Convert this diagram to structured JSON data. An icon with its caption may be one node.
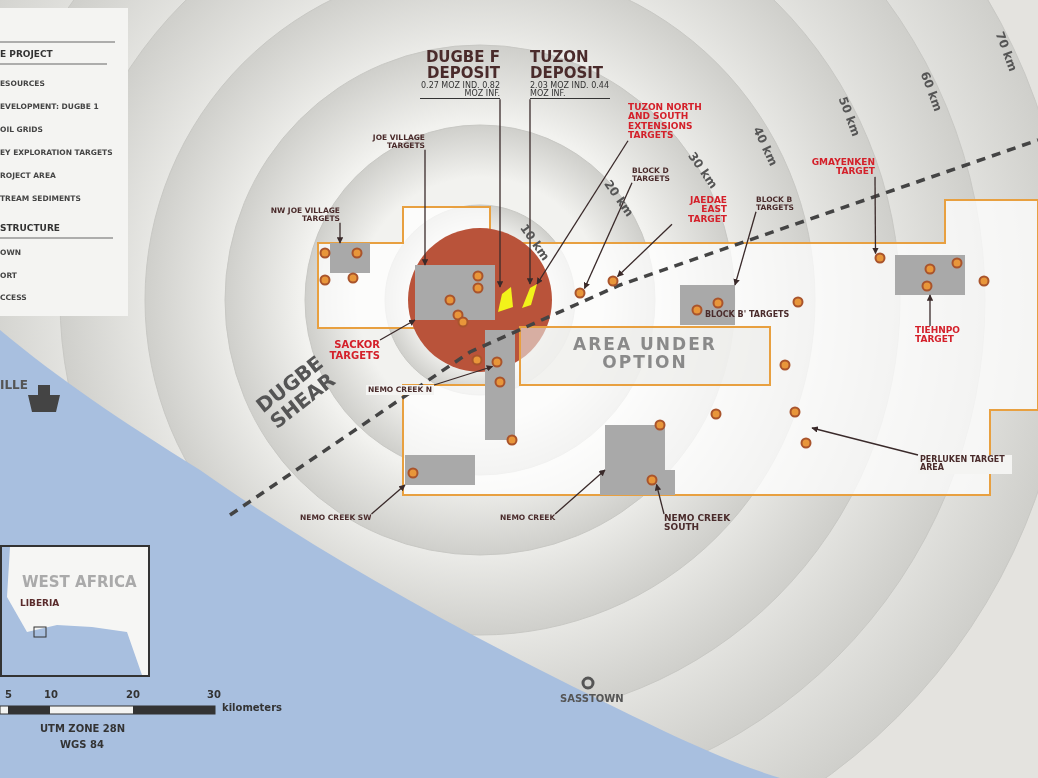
{
  "diagram": {
    "nodes": [
      {
        "text": [
          "DUGBE F DEPOSIT",
          "0.27 MOZ IND. 0.82 MOZ INF."
        ]
      },
      {
        "text": [
          "TUZON DEPOSIT",
          "2.03 MOZ IND. 0.44 MOZ INF."
        ]
      },
      {
        "text": [
          "TUZON NORTH AND SOUTH EXTENSIONS TARGETS"
        ]
      },
      {
        "text": [
          "JOE VILLAGE TARGETS"
        ]
      },
      {
        "text": [
          "NW JOE VILLAGE TARGETS"
        ]
      },
      {
        "text": [
          "BLOCK D TARGETS"
        ]
      },
      {
        "text": [
          "JAEDAE EAST TARGET"
        ]
      },
      {
        "text": [
          "BLOCK B TARGETS"
        ]
      },
      {
        "text": [
          "GMAYENKEN TARGET"
        ]
      },
      {
        "text": [
          "TIEHNPO TARGET"
        ]
      },
      {
        "text": [
          "SACKOR TARGETS"
        ]
      },
      {
        "text": [
          "NEMO CREEK N"
        ]
      },
      {
        "text": [
          "PERLUKEN TARGET AREA"
        ]
      },
      {
        "text": [
          "NEMO CREEK SW"
        ]
      },
      {
        "text": [
          "NEMO CREEK"
        ]
      },
      {
        "text": [
          "NEMO CREEK SOUTH"
        ]
      },
      {
        "text": [
          "AREA UNDER OPTION"
        ]
      },
      {
        "text": [
          "WEST AFRICA",
          "LIBERIA"
        ]
      },
      {
        "text": [],
        "shape": "picture"
      },
      {
        "text": [],
        "shape": "picture"
      },
      {
        "text": [],
        "shape": "box"
      },
      {
        "text": [],
        "shape": "box"
      },
      {
        "text": [],
        "shape": "circle"
      },
      {
        "text": [],
        "shape": "circle"
      },
      {
        "text": [],
        "shape": "box"
      },
      {
        "text": [],
        "shape": "circle"
      },
      {
        "text": [],
        "shape": "box"
      },
      {
        "text": [],
        "shape": "circle"
      },
      {
        "text": [],
        "shape": "box"
      },
      {
        "text": [],
        "shape": "box"
      },
      {
        "text": [],
        "shape": "circle"
      }
    ],
    "edges": [
      {
        "from": 0,
        "to": 18,
        "arrow": "to"
      },
      {
        "from": 1,
        "to": 19,
        "arrow": "to"
      },
      {
        "from": 2,
        "to": 19,
        "arrow": "to"
      },
      {
        "from": 3,
        "to": 20,
        "arrow": "to"
      },
      {
        "from": 4,
        "to": 21,
        "arrow": "to"
      },
      {
        "from": 5,
        "to": 22,
        "arrow": "to"
      },
      {
        "from": 6,
        "to": 23,
        "arrow": "to"
      },
      {
        "from": 7,
        "to": 24,
        "arrow": "to"
      },
      {
        "from": 8,
        "to": 25,
        "arrow": "to"
      },
      {
        "from": 9,
        "to": 26,
        "arrow": "to"
      },
      {
        "from": 10,
        "to": 20,
        "arrow": "to"
      },
      {
        "from": 11,
        "to": 27,
        "arrow": "to"
      },
      {
        "from": 12,
        "to": null,
        "arrow": "to"
      },
      {
        "from": 13,
        "to": 28,
        "arrow": "to"
      },
      {
        "from": 14,
        "to": 29,
        "arrow": "to"
      },
      {
        "from": 15,
        "to": 30,
        "arrow": "to"
      }
    ],
    "labels": [
      "E PROJECT",
      "ESOURCES",
      "EVELOPMENT: DUGBE 1",
      "OIL GRIDS",
      "EY EXPLORATION TARGETS",
      "ROJECT AREA",
      "TREAM SEDIMENTS",
      "STRUCTURE",
      "OWN",
      "ORT",
      "CCESS",
      "70 km",
      "60 km",
      "50 km",
      "40 km",
      "30 km",
      "20 km",
      "10 km",
      "BLOCK B' TARGETS",
      "ILLE",
      "DUGBE SHEAR",
      "SASSTOWN",
      "5",
      "10",
      "20",
      "30",
      "kilometers",
      "UTM ZONE 28N",
      "WGS 84"
    ]
  }
}
